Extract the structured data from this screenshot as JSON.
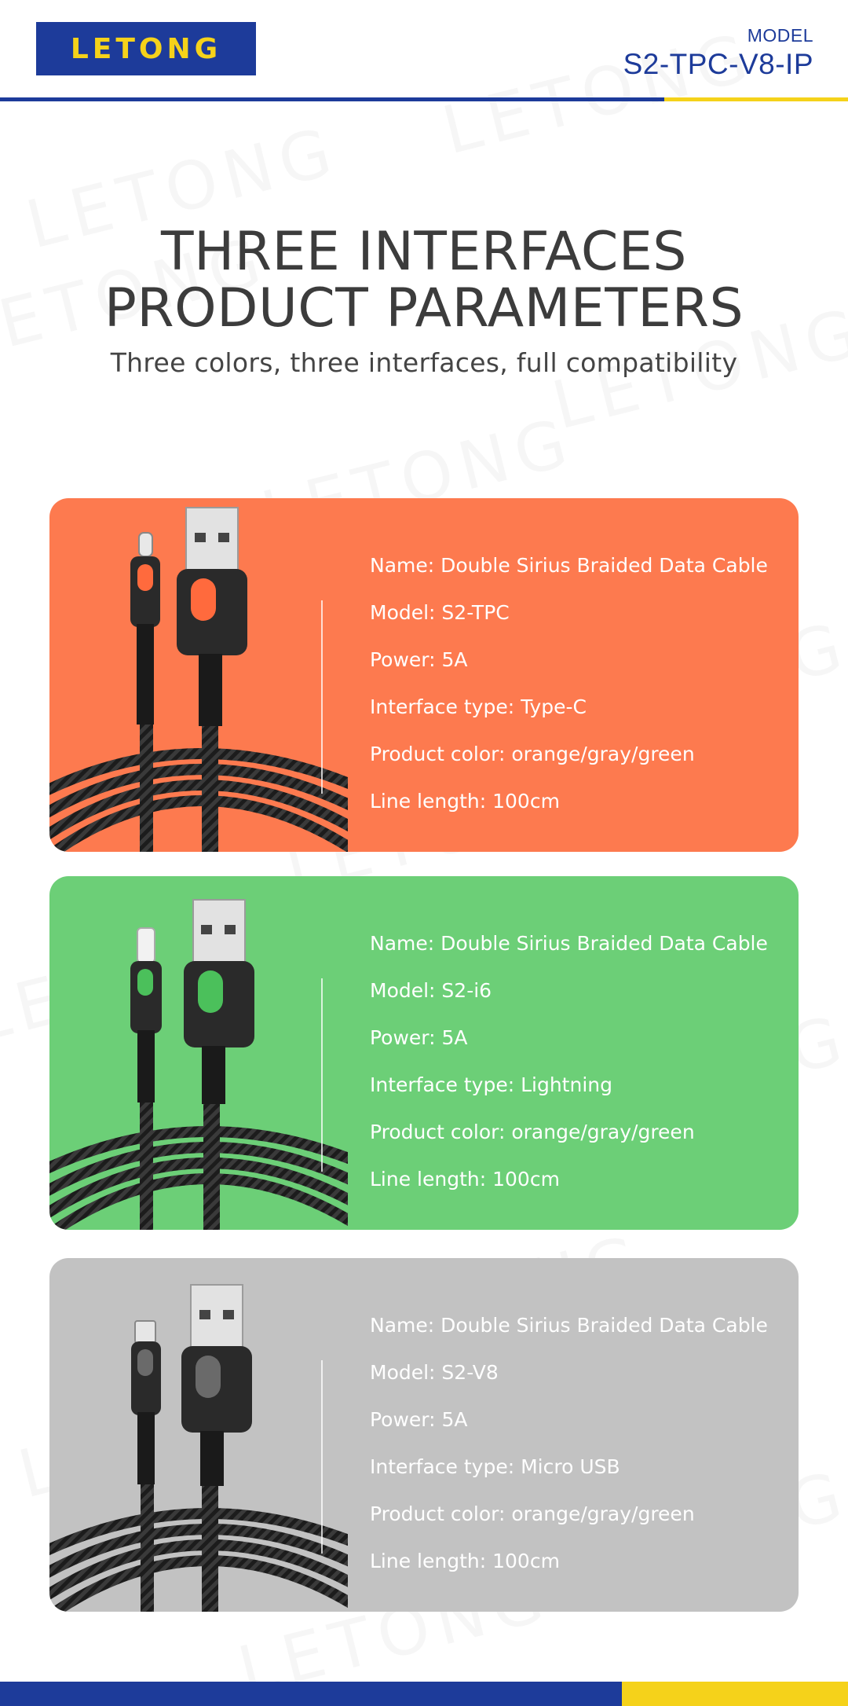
{
  "brand": {
    "logo_text": "LETONG"
  },
  "model": {
    "label": "MODEL",
    "value": "S2-TPC-V8-IP"
  },
  "headline": {
    "line1": "THREE INTERFACES",
    "line2": "PRODUCT PARAMETERS",
    "subtitle": "Three colors, three interfaces, full compatibility"
  },
  "colors": {
    "brand_blue": "#1d3b9a",
    "brand_yellow": "#f5d21a",
    "card_orange": "#fd7a4f",
    "card_green": "#6ccf77",
    "card_gray": "#c2c2c2"
  },
  "cards": [
    {
      "connector_icon": "type-c-connector-icon",
      "specs": [
        "Name: Double Sirius Braided Data Cable",
        "Model: S2-TPC",
        "Power: 5A",
        "Interface type: Type-C",
        "Product color: orange/gray/green",
        "Line length: 100cm"
      ]
    },
    {
      "connector_icon": "lightning-connector-icon",
      "specs": [
        "Name: Double Sirius Braided Data Cable",
        "Model: S2-i6",
        "Power: 5A",
        "Interface type: Lightning",
        "Product color: orange/gray/green",
        "Line length: 100cm"
      ]
    },
    {
      "connector_icon": "micro-usb-connector-icon",
      "specs": [
        "Name: Double Sirius Braided Data Cable",
        "Model: S2-V8",
        "Power: 5A",
        "Interface type: Micro USB",
        "Product color: orange/gray/green",
        "Line length: 100cm"
      ]
    }
  ]
}
